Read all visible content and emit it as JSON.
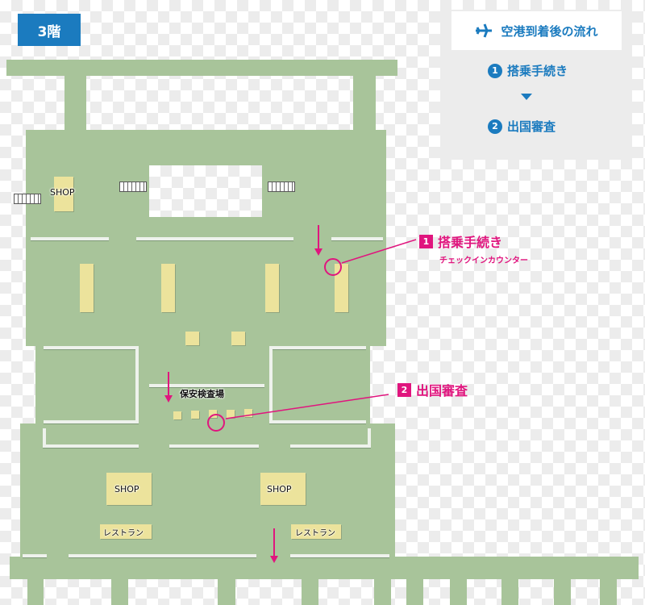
{
  "floor_badge": "3階",
  "flow_panel": {
    "title": "空港到着後の流れ",
    "title_icon": "airplane-icon",
    "steps": [
      {
        "num": "1",
        "label": "搭乗手続き"
      },
      {
        "num": "2",
        "label": "出国審査"
      }
    ],
    "separator_icon": "triangle-down-icon"
  },
  "map": {
    "shops": [
      "SHOP",
      "SHOP",
      "SHOP"
    ],
    "restaurants": [
      "レストラン",
      "レストラン"
    ],
    "security_label": "保安検査場",
    "callouts": [
      {
        "num": "1",
        "title": "搭乗手続き",
        "subtitle": "チェックインカウンター"
      },
      {
        "num": "2",
        "title": "出国審査"
      }
    ]
  },
  "colors": {
    "badge": "#1b7bbf",
    "floor": "#a8c49a",
    "facility": "#ece39c",
    "accent": "#e0157e"
  }
}
